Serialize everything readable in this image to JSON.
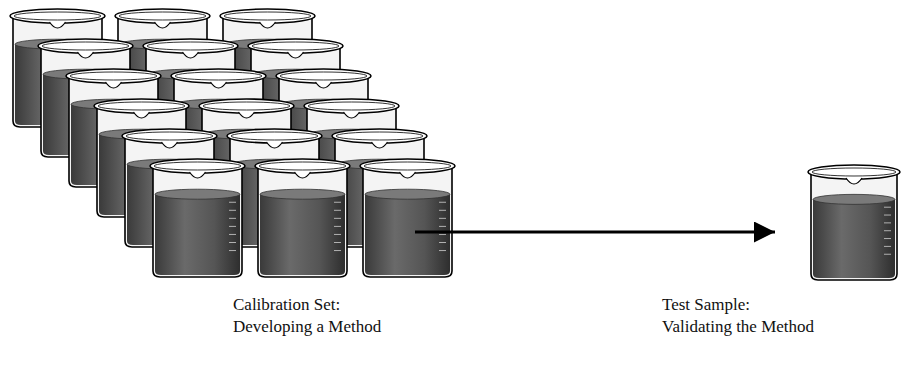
{
  "diagram": {
    "nodes": [
      {
        "text": [
          "Calibration Set:",
          "Developing a Method"
        ]
      },
      {
        "text": [
          "Test Sample:",
          "Validating the Method"
        ]
      }
    ],
    "edges": [
      {
        "from": 0,
        "to": 1,
        "arrow": "to"
      }
    ]
  }
}
